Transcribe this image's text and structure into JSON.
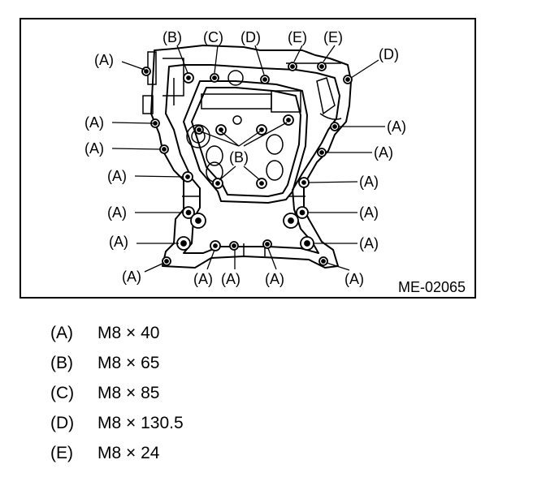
{
  "figure_code": "ME-02065",
  "callout_labels": {
    "A": "(A)",
    "B": "(B)",
    "C": "(C)",
    "D": "(D)",
    "E": "(E)"
  },
  "legend": [
    {
      "letter": "(A)",
      "spec": "M8 × 40"
    },
    {
      "letter": "(B)",
      "spec": "M8 × 65"
    },
    {
      "letter": "(C)",
      "spec": "M8 × 85"
    },
    {
      "letter": "(D)",
      "spec": "M8 × 130.5"
    },
    {
      "letter": "(E)",
      "spec": "M8 × 24"
    }
  ]
}
